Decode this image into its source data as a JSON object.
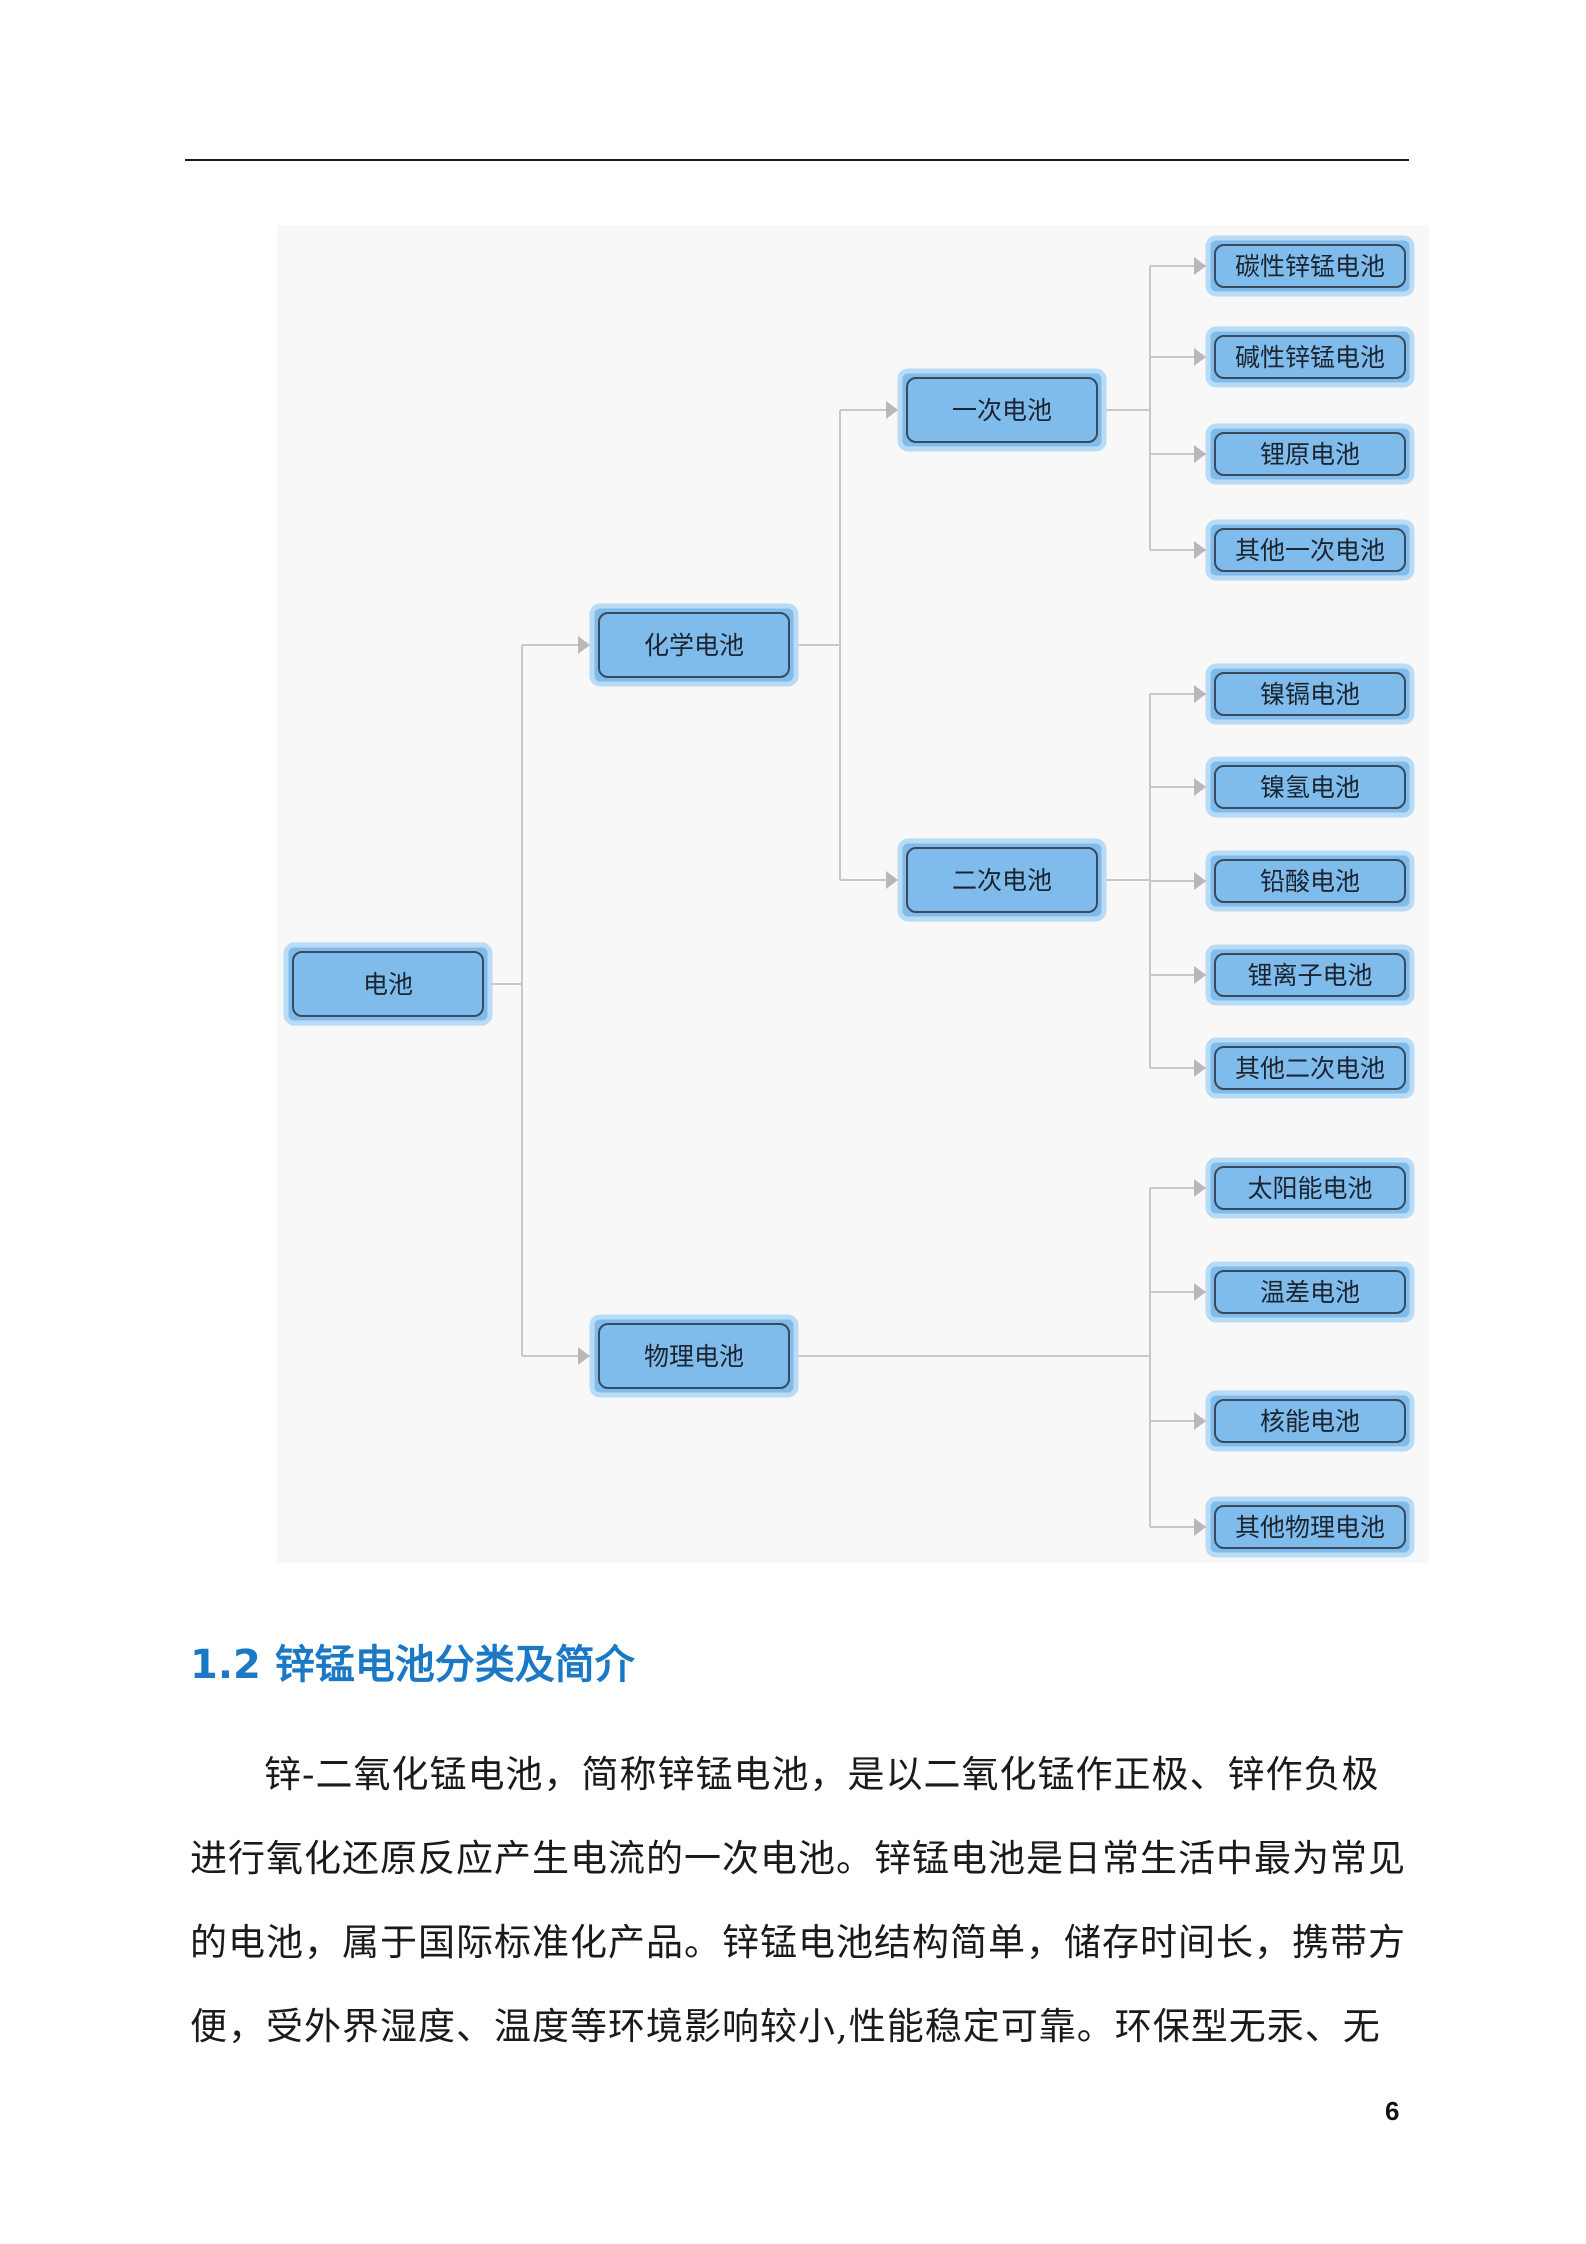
{
  "diagram": {
    "root": "电池",
    "chemical": "化学电池",
    "physical": "物理电池",
    "primary": "一次电池",
    "secondary": "二次电池",
    "primary_items": [
      "碳性锌锰电池",
      "碱性锌锰电池",
      "锂原电池",
      "其他一次电池"
    ],
    "secondary_items": [
      "镍镉电池",
      "镍氢电池",
      "铅酸电池",
      "锂离子电池",
      "其他二次电池"
    ],
    "physical_items": [
      "太阳能电池",
      "温差电池",
      "核能电池",
      "其他物理电池"
    ],
    "colors": {
      "node_fill": "#7fbcec",
      "node_glow": "#b9dcf6",
      "connector": "#c8c8c8"
    }
  },
  "section": {
    "heading": "1.2 锌锰电池分类及简介",
    "body": "锌-二氧化锰电池，简称锌锰电池，是以二氧化锰作正极、锌作负极进行氧化还原反应产生电流的一次电池。锌锰电池是日常生活中最为常见的电池，属于国际标准化产品。锌锰电池结构简单，储存时间长，携带方便，受外界湿度、温度等环境影响较小,性能稳定可靠。环保型无汞、无"
  },
  "page_number": "6",
  "heading_color": "#1b78c4"
}
